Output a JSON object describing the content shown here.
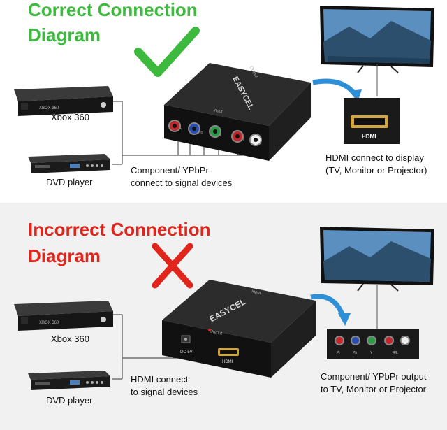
{
  "colors": {
    "correct": "#3db93d",
    "incorrect": "#e0261c",
    "arrow": "#2f8fd6"
  },
  "top": {
    "heading_line1": "Correct Connection",
    "heading_line2": "Diagram",
    "xbox_label": "Xbox 360",
    "dvd_label": "DVD player",
    "component_line1": "Component/ YPbPr",
    "component_line2": "connect to signal devices",
    "hdmi_out_line1": "HDMI connect to display",
    "hdmi_out_line2": "(TV, Monitor or Projector)",
    "converter_brand": "EASYCEL",
    "converter_face": "Input",
    "converter_top": "Output",
    "hdmi_port_label": "HDMI",
    "device_brand": "XBOX 360",
    "jack_labels": [
      "Y",
      "Pb",
      "Pr",
      "L",
      "R"
    ]
  },
  "bottom": {
    "heading_line1": "Incorrect Connection",
    "heading_line2": "Diagram",
    "xbox_label": "Xbox 360",
    "dvd_label": "DVD player",
    "hdmi_in_line1": "HDMI connect",
    "hdmi_in_line2": "to signal devices",
    "component_out_line1": "Component/ YPbPr output",
    "component_out_line2": "to TV, Monitor or Projector",
    "converter_brand": "EASYCEL",
    "converter_top": "Input",
    "converter_face": "Output",
    "dc_label": "DC 5V",
    "hdmi_port_label": "HDMI",
    "device_brand": "XBOX 360",
    "jack_labels": [
      "Pr",
      "Pb",
      "Y",
      "R/L"
    ]
  }
}
